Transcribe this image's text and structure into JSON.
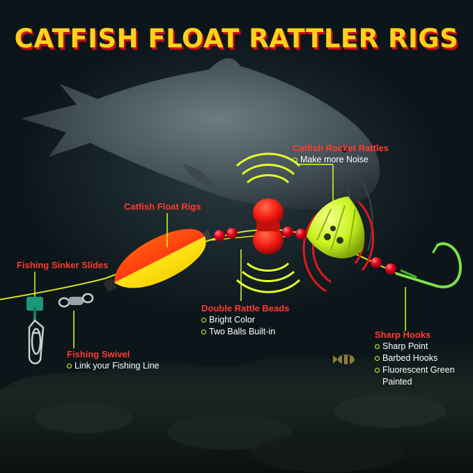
{
  "title": "CATFISH FLOAT RATTLER RIGS",
  "callouts": {
    "rocket_rattles": {
      "heading": "Catfish Rocket Rattles",
      "bullets": [
        "Make more Noise"
      ]
    },
    "float_rigs": {
      "heading": "Catfish Float Rigs",
      "bullets": []
    },
    "sinker_slides": {
      "heading": "Fishing Sinker Slides",
      "bullets": []
    },
    "double_rattle_beads": {
      "heading": "Double Rattle Beads",
      "bullets": [
        "Bright Color",
        "Two Balls Built-in"
      ]
    },
    "fishing_swivel": {
      "heading": "Fishing Swivel",
      "bullets": [
        "Link your Fishing Line"
      ]
    },
    "sharp_hooks": {
      "heading": "Sharp Hooks",
      "bullets": [
        "Sharp Point",
        "Barbed Hooks",
        "Fluorescent Green Painted"
      ]
    }
  },
  "colors": {
    "title": "#ffd21a",
    "heading": "#ff3b2e",
    "bullet_marker": "#d8ff2a",
    "line": "#d6e61a",
    "float_top": "#ff4a16",
    "float_bottom": "#ffe81a",
    "bead": "#e8001a",
    "rattle": "#cfff2a"
  }
}
